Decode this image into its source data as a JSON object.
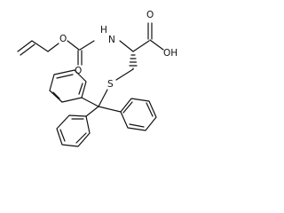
{
  "diagram": {
    "atom_labels": {
      "ester_oxygen": "O",
      "carbamate_carbonyl_oxygen": "O",
      "amide_nitrogen": "N",
      "amide_hydrogen": "H",
      "acid_carbonyl_oxygen": "O",
      "hydroxyl": "OH",
      "sulfur": "S"
    }
  }
}
